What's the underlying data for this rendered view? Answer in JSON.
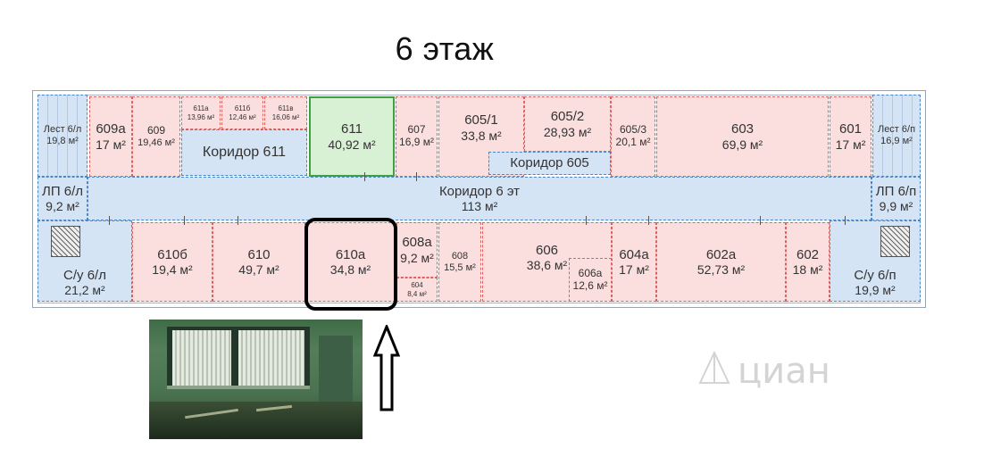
{
  "title": "6 этаж",
  "rooms": {
    "r609a": {
      "name": "609а",
      "area": "17 м²"
    },
    "r609": {
      "name": "609",
      "area": "19,46 м²"
    },
    "r611a": {
      "name": "611а",
      "area": "13,96 м²"
    },
    "r611b": {
      "name": "611б",
      "area": "12,46 м²"
    },
    "r611v": {
      "name": "611в",
      "area": "16,06 м²"
    },
    "r611": {
      "name": "611",
      "area": "40,92 м²"
    },
    "r607": {
      "name": "607",
      "area": "16,9 м²"
    },
    "r605_1": {
      "name": "605/1",
      "area": "33,8 м²"
    },
    "r605_2": {
      "name": "605/2",
      "area": "28,93 м²"
    },
    "r605_3": {
      "name": "605/3",
      "area": "20,1 м²"
    },
    "r603": {
      "name": "603",
      "area": "69,9 м²"
    },
    "r601": {
      "name": "601",
      "area": "17 м²"
    },
    "stair_left": {
      "name": "Лест 6/л",
      "area": "19,8 м²"
    },
    "stair_right": {
      "name": "Лест 6/п",
      "area": "16,9 м²"
    },
    "corr611": {
      "name": "Коридор 611"
    },
    "corr605": {
      "name": "Коридор 605"
    },
    "corr6": {
      "name": "Коридор 6 эт",
      "area": "113 м²"
    },
    "lp_left": {
      "name": "ЛП 6/л",
      "area": "9,2 м²"
    },
    "lp_right": {
      "name": "ЛП 6/п",
      "area": "9,9 м²"
    },
    "wc_left": {
      "name": "С/у 6/л",
      "area": "21,2 м²"
    },
    "wc_right": {
      "name": "С/у 6/п",
      "area": "19,9 м²"
    },
    "r610b": {
      "name": "610б",
      "area": "19,4 м²"
    },
    "r610": {
      "name": "610",
      "area": "49,7 м²"
    },
    "r610a": {
      "name": "610а",
      "area": "34,8 м²"
    },
    "r608a": {
      "name": "608а",
      "area": "9,2 м²"
    },
    "r604": {
      "name": "604",
      "area": "8,4 м²"
    },
    "r608": {
      "name": "608",
      "area": "15,5 м²"
    },
    "r606": {
      "name": "606",
      "area": "38,6 м²"
    },
    "r606a": {
      "name": "606а",
      "area": "12,6 м²"
    },
    "r604a": {
      "name": "604а",
      "area": "17 м²"
    },
    "r602a": {
      "name": "602а",
      "area": "52,73 м²"
    },
    "r602": {
      "name": "602",
      "area": "18 м²"
    }
  },
  "watermark": "циан",
  "colors": {
    "rented": "#fbdede",
    "common": "#d5e4f5",
    "free": "#d8f0d4",
    "highlight": "#000000"
  }
}
